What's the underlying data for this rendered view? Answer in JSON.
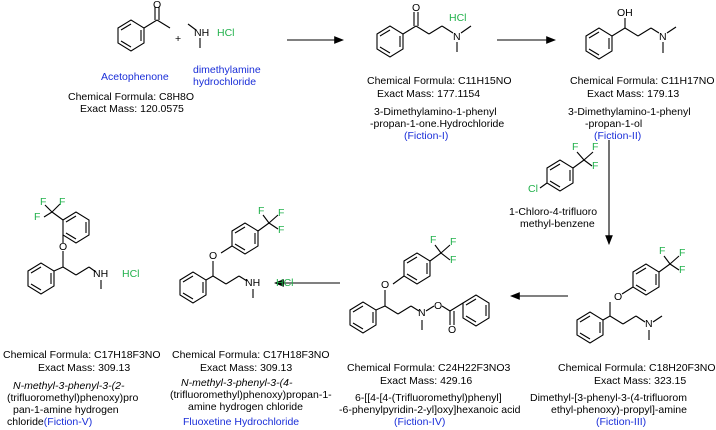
{
  "reactants": {
    "acetophenone_name": "Acetophenone",
    "acetophenone_formula": "Chemical Formula: C8H8O",
    "acetophenone_mass": "Exact Mass: 120.0575",
    "plus": "+",
    "dma_name_line1": "dimethylamine",
    "dma_name_line2": "hydrochloride",
    "hcl": "HCl",
    "nh": "NH"
  },
  "fiction_i": {
    "formula": "Chemical Formula: C11H15NO",
    "mass": "Exact Mass: 177.1154",
    "name_line1": "3-Dimethylamino-1-phenyl",
    "name_line2": "-propan-1-one.Hydrochloride",
    "label": "(Fiction-I)",
    "hcl": "HCl",
    "n": "N"
  },
  "fiction_ii": {
    "formula": "Chemical Formula: C11H17NO",
    "mass": "Exact Mass: 179.13",
    "name_line1": "3-Dimethylamino-1-phenyl",
    "name_line2": "-propan-1-ol",
    "label": "(Fiction-II)",
    "oh": "OH",
    "n": "N"
  },
  "reagent": {
    "name_line1": "1-Chloro-4-trifluoro",
    "name_line2": "methyl-benzene",
    "cl": "Cl",
    "f": "F"
  },
  "fiction_iii": {
    "formula": "Chemical Formula: C18H20F3NO",
    "mass": "Exact Mass: 323.15",
    "name_line1": "Dimethyl-[3-phenyl-3-(4-trifluorom",
    "name_line2": "ethyl-phenoxy)-propyl]-amine",
    "label": "(Fiction-III)",
    "o": "O",
    "n": "N",
    "f": "F"
  },
  "fiction_iv": {
    "formula": "Chemical Formula: C24H22F3NO3",
    "mass": "Exact Mass: 429.16",
    "name_line1": "6-[[4-[4-(Trifluoromethyl)phenyl]",
    "name_line2": "-6-phenylpyridin-2-yl]oxy]hexanoic acid",
    "label": "(Fiction-IV)",
    "o": "O",
    "n": "N",
    "f": "F"
  },
  "fluoxetine": {
    "formula": "Chemical Formula: C17H18F3NO",
    "mass": "Exact Mass: 309.13",
    "name_line1": "N-methyl-3-phenyl-3-(4-",
    "name_line2": "(trifluoromethyl)phenoxy)propan-1-",
    "name_line3": "amine hydrogen chloride",
    "label": "Fluoxetine Hydrochloride",
    "nh": "NH",
    "hcl": "HCl",
    "o": "O",
    "f": "F"
  },
  "fiction_v": {
    "formula": "Chemical Formula: C17H18F3NO",
    "mass": "Exact Mass: 309.13",
    "name_line1": "N-methyl-3-phenyl-3-(2-",
    "name_line2": "(trifluoromethyl)phenoxy)pro",
    "name_line3": "pan-1-amine hydrogen",
    "name_line4": "chloride",
    "label": "(Fiction-V)",
    "nh": "NH",
    "hcl": "HCl",
    "o": "O",
    "f": "F"
  },
  "colors": {
    "label_blue": "#1a2ed8",
    "hcl_green": "#22b14c",
    "bond": "#000000"
  }
}
